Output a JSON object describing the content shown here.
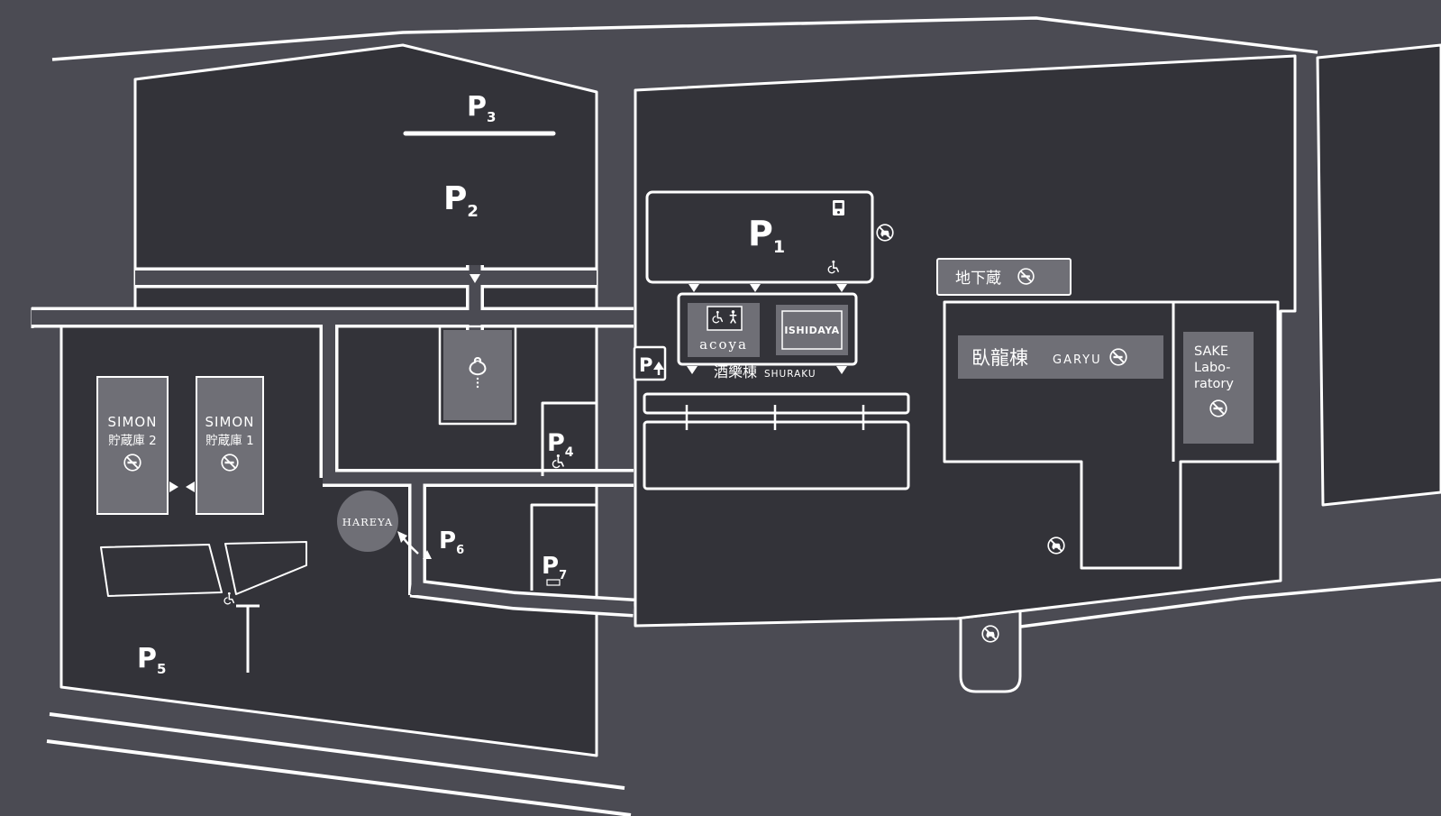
{
  "colors": {
    "background": "#4b4b53",
    "parcel": "#333339",
    "building": "#6f6f76",
    "line": "#ffffff",
    "text": "#ffffff"
  },
  "parking": {
    "p1": {
      "letter": "P",
      "number": "1"
    },
    "p2": {
      "letter": "P",
      "number": "2"
    },
    "p3": {
      "letter": "P",
      "number": "3"
    },
    "p4": {
      "letter": "P",
      "number": "4"
    },
    "p5": {
      "letter": "P",
      "number": "5"
    },
    "p6": {
      "letter": "P",
      "number": "6"
    },
    "p7": {
      "letter": "P",
      "number": "7"
    },
    "entrance_sign": {
      "letter": "P"
    }
  },
  "buildings": {
    "simon2": {
      "name": "SIMON",
      "label": "貯蔵庫 2"
    },
    "simon1": {
      "name": "SIMON",
      "label": "貯蔵庫 1"
    },
    "hareya": {
      "name": "HAREYA"
    },
    "acoya": {
      "name": "acoya"
    },
    "ishidaya": {
      "name": "ISHIDAYA"
    },
    "shuraku": {
      "name_jp": "酒樂棟",
      "name_en": "SHURAKU"
    },
    "chikagura": {
      "name_jp": "地下蔵"
    },
    "garyu": {
      "name_jp": "臥龍棟",
      "name_en": "GARYU"
    },
    "sake_lab": {
      "line1": "SAKE",
      "line2": "Labo-",
      "line3": "ratory"
    }
  }
}
